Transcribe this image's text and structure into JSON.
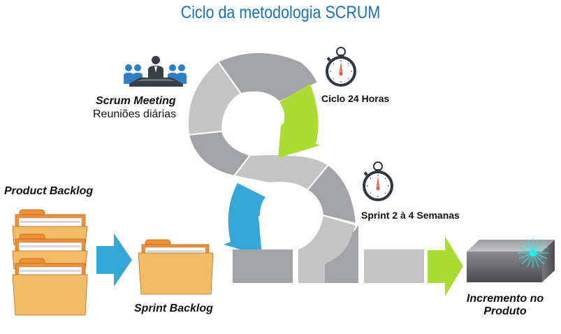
{
  "title": "Ciclo da metodologia SCRUM",
  "scrum_meeting": {
    "label": "Scrum Meeting",
    "sublabel": "Reuniões diárias",
    "icon": "meeting-icon"
  },
  "daily_cycle": {
    "label": "Ciclo 24 Horas",
    "icon": "stopwatch-icon"
  },
  "sprint": {
    "label": "Sprint 2 à 4 Semanas",
    "icon": "stopwatch-icon"
  },
  "product_backlog": {
    "label": "Product Backlog",
    "icon": "folder-stack-icon"
  },
  "sprint_backlog": {
    "label": "Sprint Backlog",
    "icon": "folder-icon"
  },
  "increment": {
    "label_line1": "Incremento no",
    "label_line2": "Produto",
    "icon": "product-box-icon"
  },
  "colors": {
    "title": "#1a72b8",
    "blue_arrow": "#35a6d8",
    "green_arrow": "#aadd33",
    "gray_dark": "#a3a4a8",
    "gray_light": "#c4c4c4",
    "folder": "#f3bb63",
    "folder_tab": "#ef8f33",
    "stopwatch": "#2e3640",
    "needle": "#e45a4c",
    "sparkle": "#22eef0"
  }
}
